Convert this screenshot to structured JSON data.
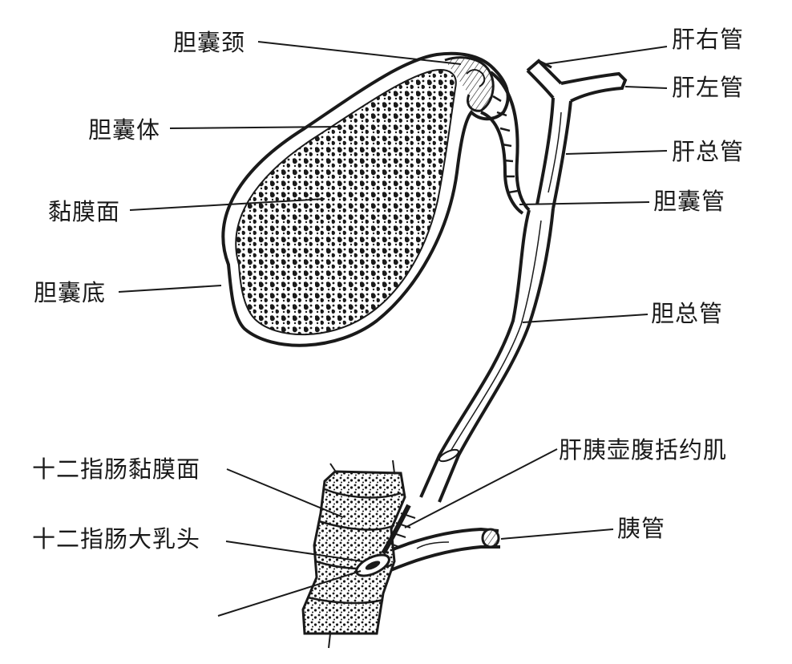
{
  "labels": {
    "gallbladder_neck": "胆囊颈",
    "gallbladder_body": "胆囊体",
    "mucosa_surface": "黏膜面",
    "gallbladder_fundus": "胆囊底",
    "right_hepatic_duct": "肝右管",
    "left_hepatic_duct": "肝左管",
    "common_hepatic_duct": "肝总管",
    "cystic_duct": "胆囊管",
    "common_bile_duct": "胆总管",
    "duodenal_mucosa": "十二指肠黏膜面",
    "major_duodenal_papilla": "十二指肠大乳头",
    "sphincter_of_oddi": "肝胰壶腹括约肌",
    "pancreatic_duct": "胰管"
  },
  "colors": {
    "ink": "#1a1a1a",
    "background": "#ffffff"
  }
}
